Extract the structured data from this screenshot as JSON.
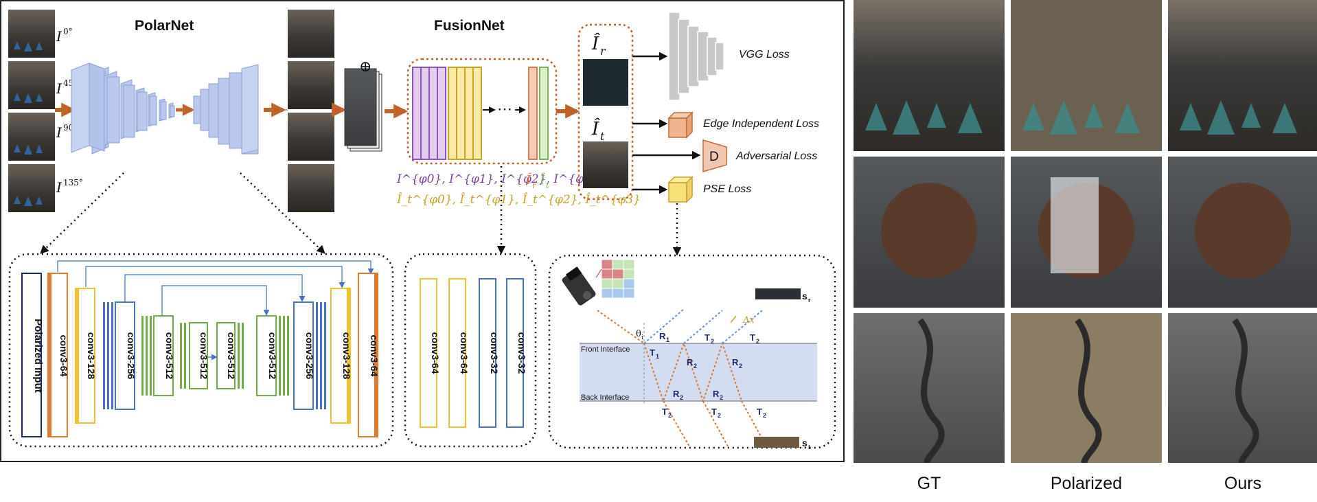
{
  "polarnet": {
    "title": "PolarNet"
  },
  "fusionnet": {
    "title": "FusionNet"
  },
  "inputs": [
    {
      "angle": "0°"
    },
    {
      "angle": "45°"
    },
    {
      "angle": "90°"
    },
    {
      "angle": "135°"
    }
  ],
  "concat_symbol": "⊕",
  "fusion_outputs": {
    "r_hat": "Î",
    "r_sub": "r",
    "t_hat": "Î",
    "t_sub": "t",
    "row1": "I^{φ0}, I^{φ1}, I^{φ2}, I^{φ3}",
    "row2": "Î_t^{φ0}, Î_t^{φ1}, Î_t^{φ2}, Î_t^{φ3}",
    "ir_label": "Î",
    "ir_sub": "r",
    "it_label": "Î",
    "it_sub": "t"
  },
  "losses": {
    "vgg": "VGG Loss",
    "edge": "Edge Independent Loss",
    "adversarial": "Adversarial Loss",
    "d_label": "D",
    "pse": "PSE Loss"
  },
  "polarnet_detail": {
    "input_label": "Polarized Input",
    "layers": [
      "conv3-64",
      "conv3-128",
      "conv3-256",
      "conv3-512",
      "conv3-512",
      "conv3-512",
      "conv3-512",
      "conv3-256",
      "conv3-128",
      "conv3-64"
    ]
  },
  "fusionnet_detail": {
    "layers": [
      "conv3-64",
      "conv3-64",
      "conv3-32",
      "conv3-32"
    ]
  },
  "pse_detail": {
    "sr_label": "s",
    "sr_sub": "r",
    "st_label": "s",
    "st_sub": "t",
    "theta": "θ",
    "theta_sub": "i",
    "front_interface": "Front Interface",
    "back_interface": "Back Interface",
    "delta_x": "Δx",
    "R1": "R",
    "R1_sub": "1",
    "R2": "R",
    "R2_sub": "2",
    "T1": "T",
    "T1_sub": "1",
    "T2": "T",
    "T2_sub": "2"
  },
  "comparison": {
    "columns": [
      "GT",
      "Polarized",
      "Ours"
    ]
  },
  "colors": {
    "arrow_orange": "#c0622a",
    "layer_blue": "#b9c8ec",
    "conv_orange": "#e07a2d",
    "conv_yellow": "#f2c12e",
    "conv_blue": "#4a72c4",
    "conv_green": "#70ad47",
    "purple": "#7b3fa0",
    "gold": "#c9a227",
    "edge_box": "#f2b48f",
    "pse_box": "#f7e27a",
    "vgg_gray": "#c8c8c8"
  }
}
